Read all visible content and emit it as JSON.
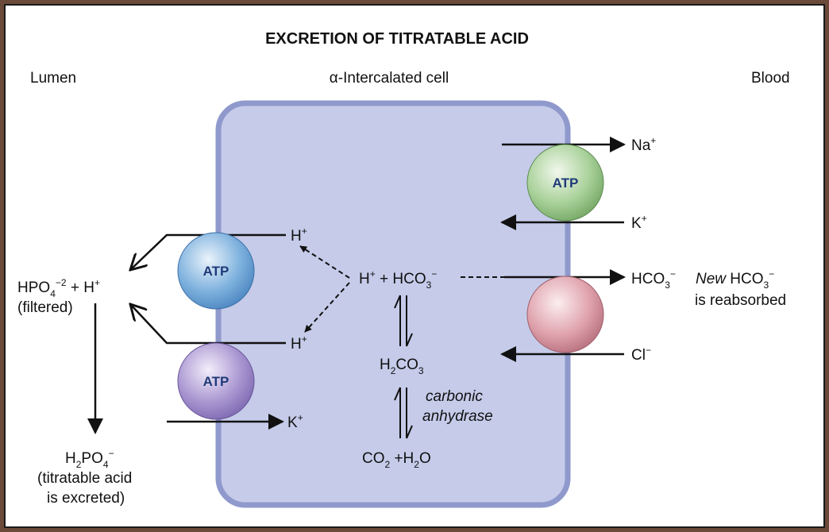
{
  "title": "EXCRETION OF TITRATABLE ACID",
  "regions": {
    "lumen": "Lumen",
    "cell": "α-Intercalated cell",
    "blood": "Blood"
  },
  "pumps": {
    "lumen_h_pump": "ATP",
    "lumen_hk_pump": "ATP",
    "basolateral_nak_pump": "ATP"
  },
  "ions": {
    "h_plus": "H",
    "plus_sup": "+",
    "k": "K",
    "na": "Na",
    "cl": "Cl",
    "minus_sup": "−",
    "hco3_base": "HCO",
    "sub3": "3",
    "sub2": "2",
    "sub4": "4"
  },
  "lumen_species": {
    "hpo4_base": "HPO",
    "hpo4_charge": "−2",
    "plus_h": " + H",
    "filtered": "(filtered)",
    "h2po4_h": "H",
    "h2po4_po": "PO",
    "titratable_line1": "(titratable acid",
    "titratable_line2": "is excreted)"
  },
  "cell_reactions": {
    "plus": " + ",
    "h2co3_h": "H",
    "h2co3_co": "CO",
    "co2_co": "CO",
    "h2o_plus": " +H",
    "h2o_o": "O",
    "enzyme_line1": "carbonic",
    "enzyme_line2": "anhydrase"
  },
  "blood_side": {
    "new": "New",
    "reabsorbed": "is reabsorbed"
  },
  "colors": {
    "cell_fill": "#c5cbe9",
    "cell_stroke": "#8f99cc",
    "atp_blue": "#6fa7d8",
    "atp_purple": "#a995cf",
    "atp_green": "#a9cf9a",
    "exchanger_pink": "#dfa1ab",
    "frame": "#6b4a3a"
  }
}
